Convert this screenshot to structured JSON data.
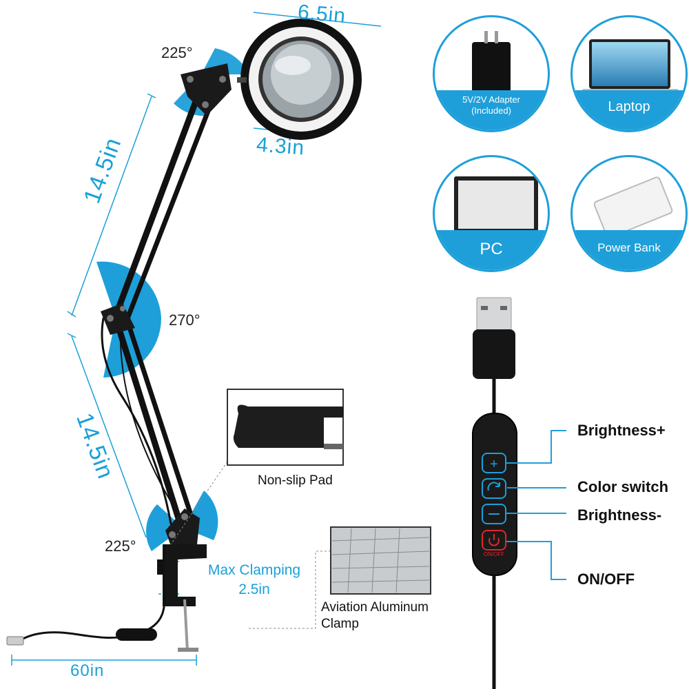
{
  "dimensions": {
    "ring_outer": "6.5in",
    "ring_inner": "4.3in",
    "upper_arm": "14.5in",
    "lower_arm": "14.5in",
    "cable": "60in"
  },
  "angles": {
    "top": "225°",
    "middle": "270°",
    "bottom": "225°"
  },
  "clamp": {
    "max_line1": "Max Clamping",
    "max_line2": "2.5in",
    "pad_label": "Non-slip Pad",
    "material_line1": "Aviation Aluminum",
    "material_line2": "Clamp"
  },
  "power_sources": [
    {
      "label_line1": "5V/2V Adapter",
      "label_line2": "(Included)",
      "icon": "adapter-icon"
    },
    {
      "label_line1": "Laptop",
      "label_line2": "",
      "icon": "laptop-icon"
    },
    {
      "label_line1": "PC",
      "label_line2": "",
      "icon": "monitor-icon"
    },
    {
      "label_line1": "Power Bank",
      "label_line2": "",
      "icon": "power-bank-icon"
    }
  ],
  "controller": {
    "brightness_up": "Brightness+",
    "color_switch": "Color switch",
    "brightness_down": "Brightness-",
    "power": "ON/OFF",
    "power_button_text": "ON/OFF",
    "accent_color": "#1e9fd9",
    "power_color": "#e0262b"
  }
}
